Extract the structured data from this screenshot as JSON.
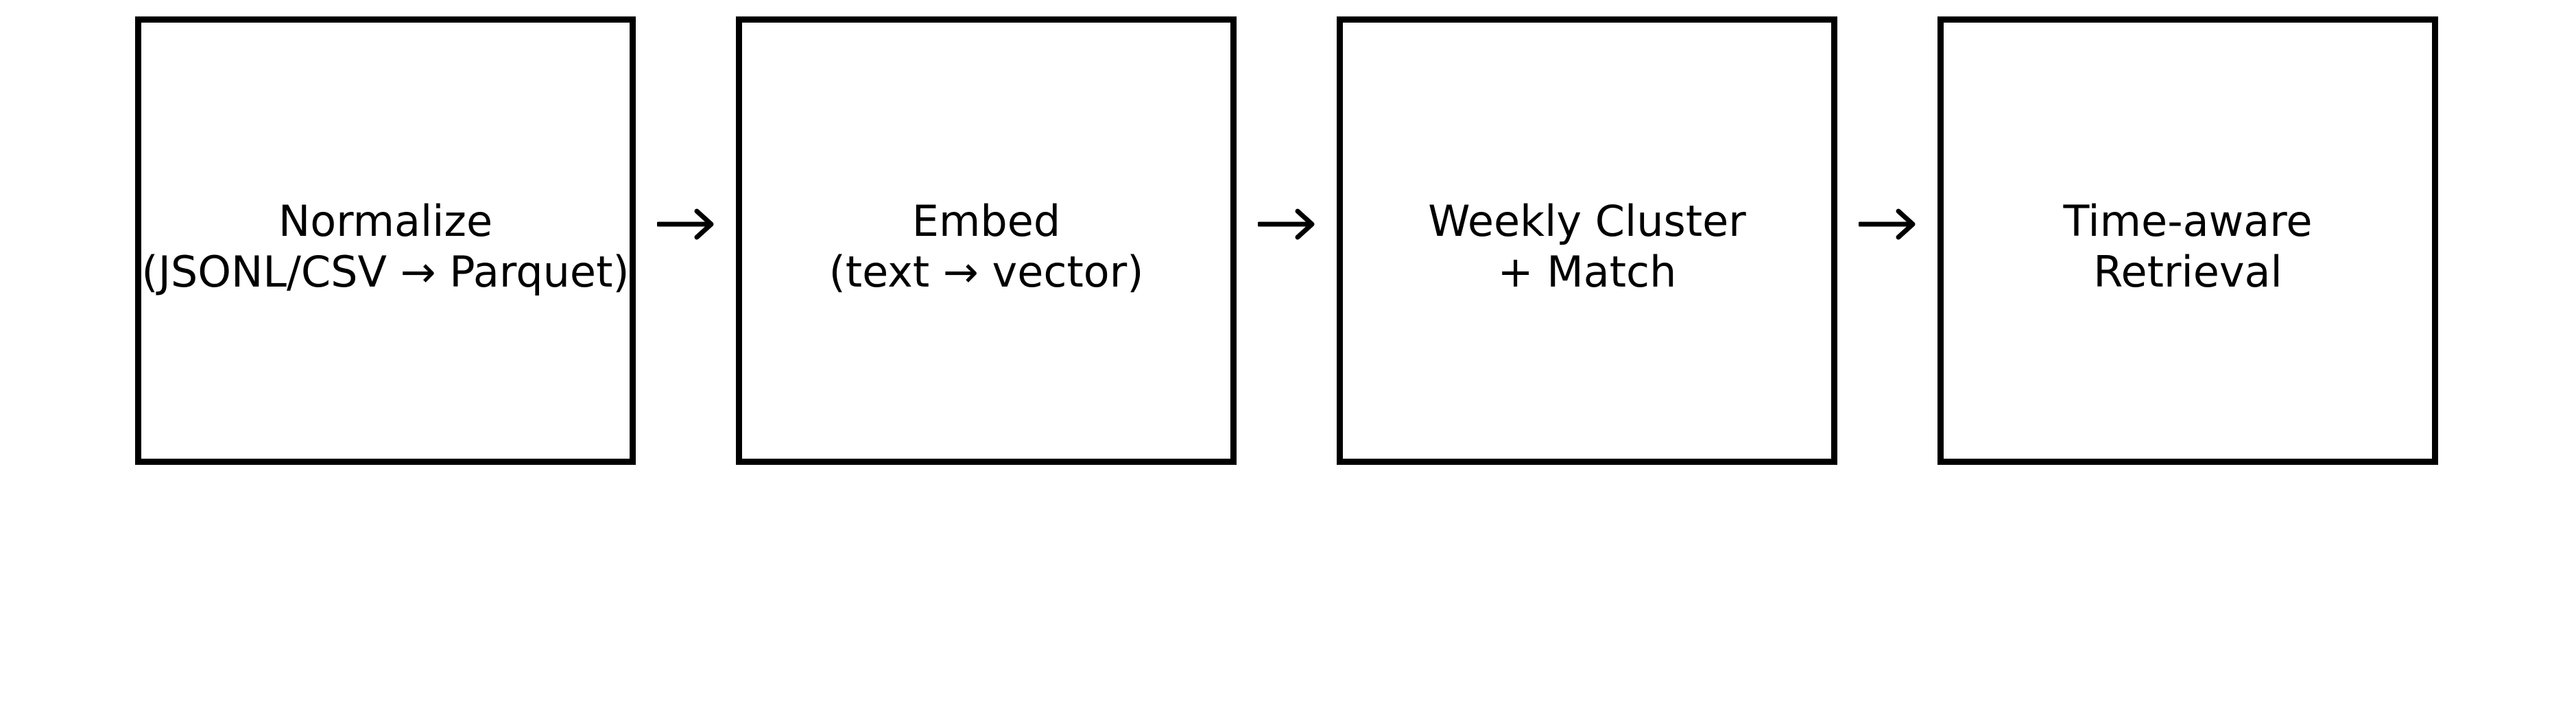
{
  "diagram": {
    "steps": [
      {
        "line1": "Normalize",
        "line2": "(JSONL/CSV → Parquet)"
      },
      {
        "line1": "Embed",
        "line2": "(text → vector)"
      },
      {
        "line1": "Weekly Cluster",
        "line2": "+ Match"
      },
      {
        "line1": "Time-aware",
        "line2": "Retrieval"
      }
    ],
    "colors": {
      "stroke": "#000000",
      "background": "#ffffff"
    },
    "connector_icon": "right-arrow-icon"
  }
}
